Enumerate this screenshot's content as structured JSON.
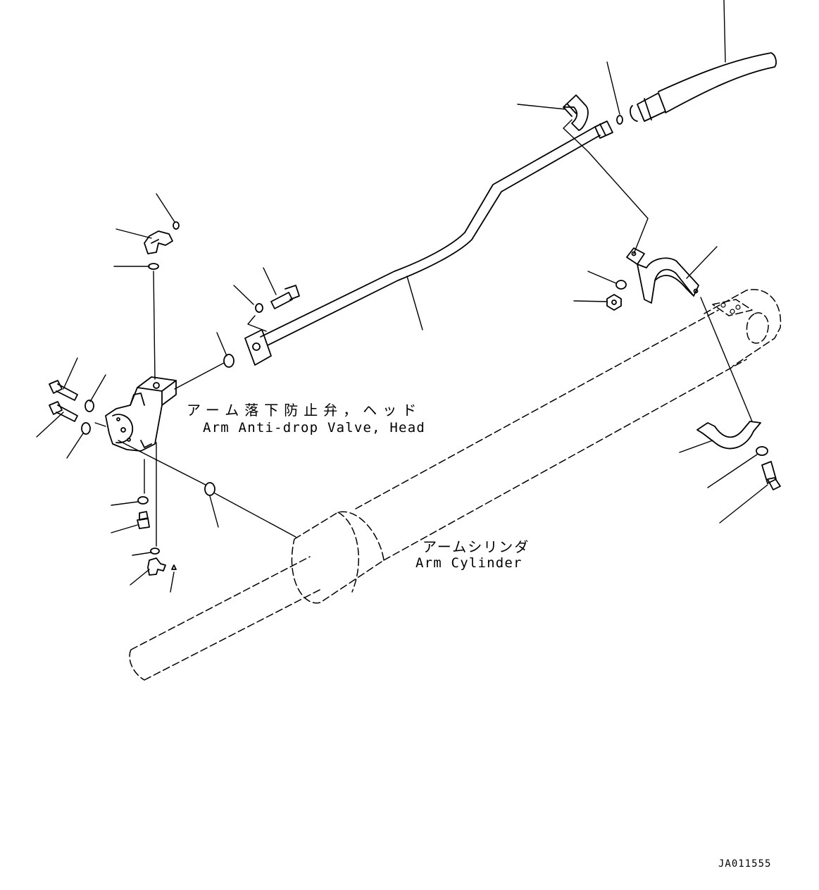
{
  "labels": {
    "valve_jp": "アーム落下防止弁，ヘッド",
    "valve_en": "Arm Anti-drop Valve, Head",
    "cylinder_jp": "アームシリンダ",
    "cylinder_en": "Arm Cylinder",
    "drawing_code": "JA011555"
  },
  "colors": {
    "line": "#000000",
    "background": "#ffffff"
  }
}
